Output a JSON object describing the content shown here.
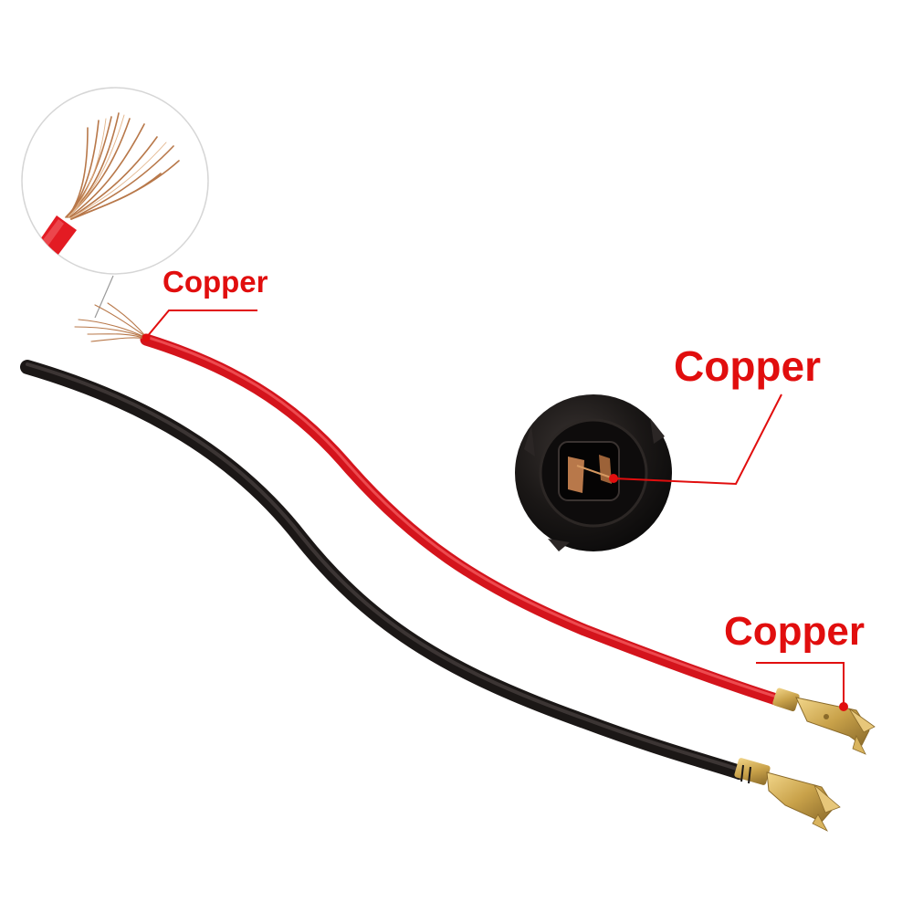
{
  "callouts": {
    "strand_label": "Copper",
    "socket_label": "Copper",
    "terminal_label": "Copper"
  },
  "icons": {
    "zoom_inset": "copper-strands-zoom-icon",
    "socket": "bulb-socket-icon",
    "red_terminal": "red-wire-terminal-icon",
    "black_terminal": "black-wire-terminal-icon"
  },
  "colors": {
    "label_red": "#e10e0e",
    "red_wire": "#e31b23",
    "black_wire": "#2a2423",
    "copper": "#b8784a",
    "brass": "#c9a24a",
    "socket_body": "#151312"
  }
}
